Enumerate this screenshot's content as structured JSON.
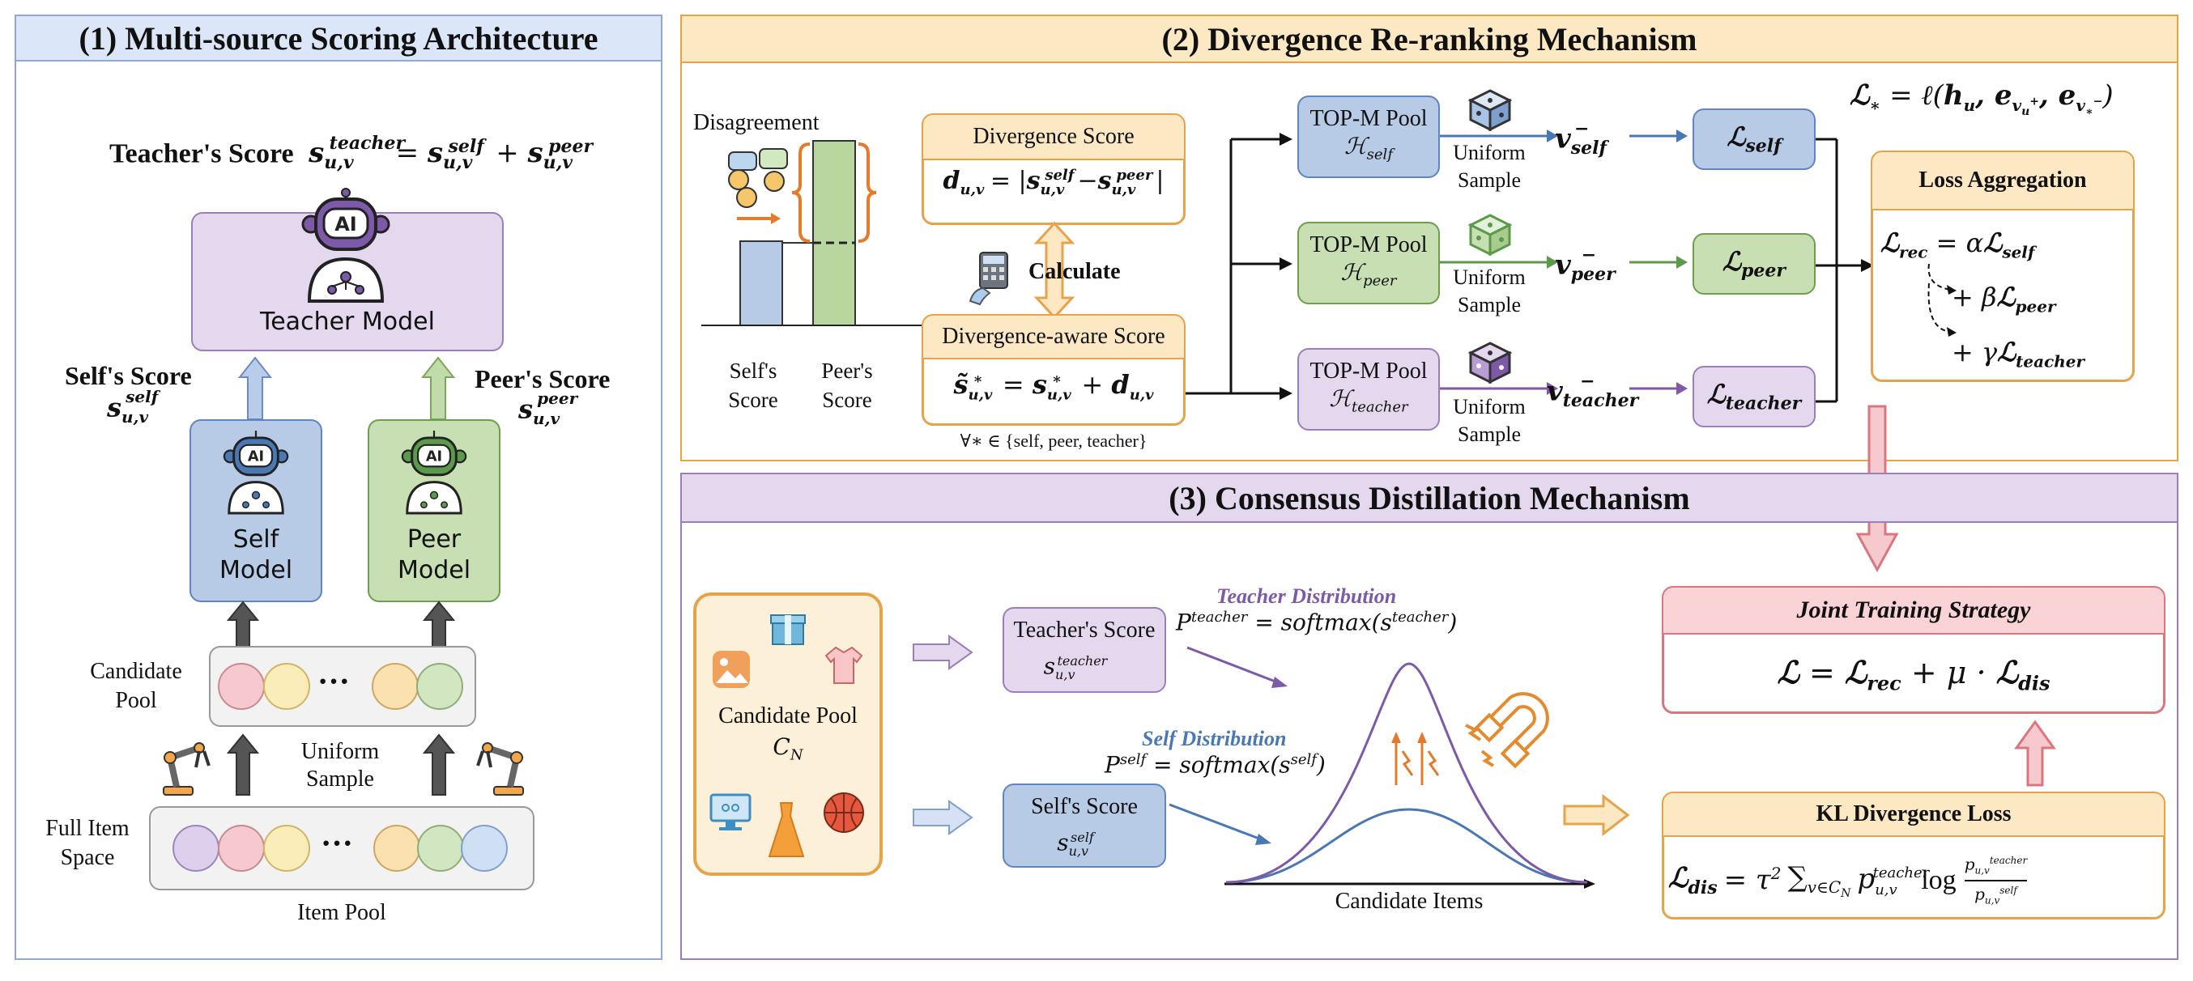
{
  "panel1": {
    "title": "(1) Multi-source Scoring Architecture",
    "teacher_score_label": "Teacher's Score",
    "teacher_score_formula": "s",
    "teacher_model_label": "Teacher Model",
    "self_score_label": "Self's Score",
    "peer_score_label": "Peer's Score",
    "self_model_label_1": "Self",
    "self_model_label_2": "Model",
    "peer_model_label_1": "Peer",
    "peer_model_label_2": "Model",
    "candidate_pool_label_1": "Candidate",
    "candidate_pool_label_2": "Pool",
    "uniform_sample_label_1": "Uniform",
    "uniform_sample_label_2": "Sample",
    "full_item_space_label_1": "Full Item",
    "full_item_space_label_2": "Space",
    "item_pool_label": "Item Pool",
    "ellipsis": "···",
    "ai_badge": "AI"
  },
  "panel2": {
    "title": "(2) Divergence Re-ranking Mechanism",
    "disagreement_label": "Disagreement",
    "selfs_score_1": "Self's",
    "selfs_score_2": "Score",
    "peers_score_1": "Peer's",
    "peers_score_2": "Score",
    "divergence_score_title": "Divergence Score",
    "calculate_label": "Calculate",
    "divergence_aware_title": "Divergence-aware Score",
    "forall_note": "∀∗ ∈ {self, peer, teacher}",
    "pool_title": "TOP-M Pool",
    "pool_self_sub": "self",
    "pool_peer_sub": "peer",
    "pool_teacher_sub": "teacher",
    "uniform_1": "Uniform",
    "uniform_2": "Sample",
    "loss_aggregation_title": "Loss Aggregation",
    "colors": {
      "self": "#4a78b5",
      "peer": "#5a9a4a",
      "teacher": "#7c5aa8",
      "orange": "#e69a2e"
    }
  },
  "panel3": {
    "title": "(3) Consensus Distillation Mechanism",
    "candidate_pool_label": "Candidate Pool",
    "candidate_pool_symbol": "C",
    "candidate_pool_symbol_sub": "N",
    "teacher_score_label": "Teacher's Score",
    "self_score_label": "Self's Score",
    "teacher_distribution_label": "Teacher Distribution",
    "self_distribution_label": "Self Distribution",
    "softmax": "softmax",
    "candidate_items_label": "Candidate Items",
    "joint_training_title": "Joint Training Strategy",
    "kl_loss_title": "KL Divergence Loss"
  }
}
